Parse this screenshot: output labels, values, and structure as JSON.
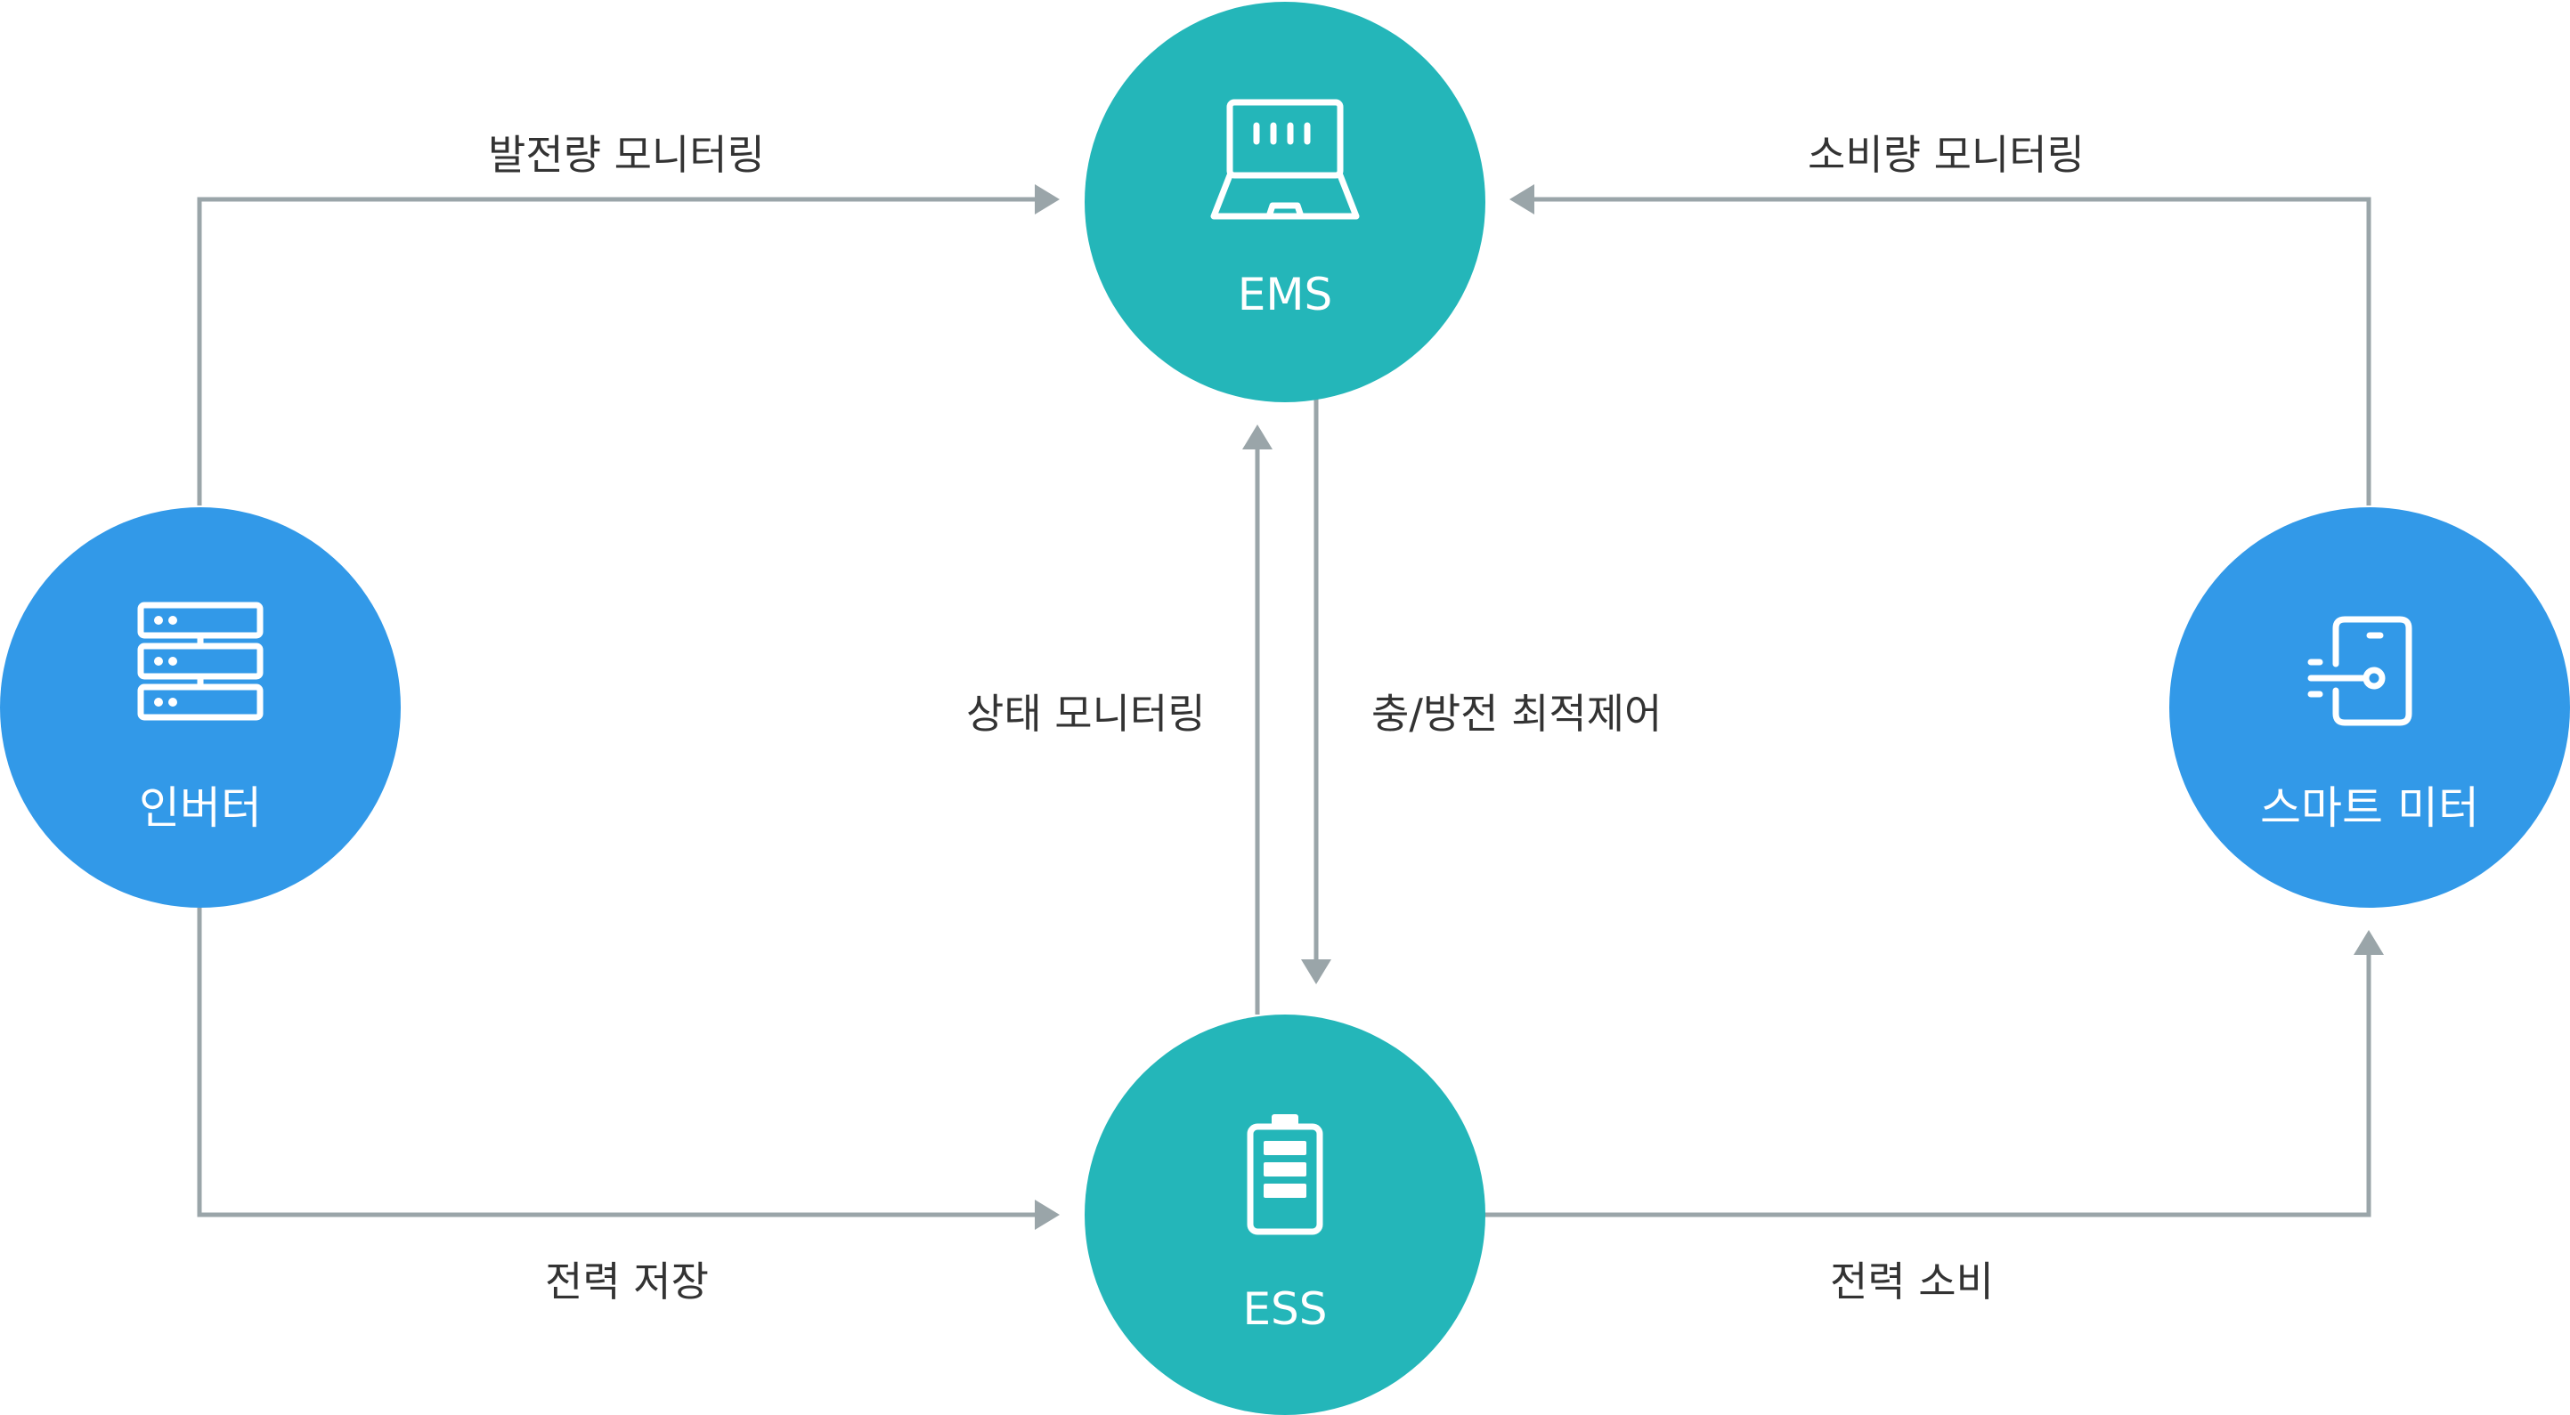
{
  "colors": {
    "teal": "#24b6b9",
    "blue": "#3299e8",
    "line": "#9aa5a9",
    "label": "#333333",
    "icon": "#ffffff"
  },
  "nodes": {
    "ems": {
      "label": "EMS",
      "icon": "laptop-icon"
    },
    "inverter": {
      "label": "인버터",
      "icon": "server-icon"
    },
    "smart": {
      "label": "스마트 미터",
      "icon": "smart-meter-icon"
    },
    "ess": {
      "label": "ESS",
      "icon": "battery-icon"
    }
  },
  "edges": {
    "inv_ems": "발전량 모니터링",
    "smart_ems": "소비량 모니터링",
    "ess_ems": "상태 모니터링",
    "ems_ess": "충/방전 최적제어",
    "inv_ess": "전력 저장",
    "ess_smart": "전력 소비"
  }
}
